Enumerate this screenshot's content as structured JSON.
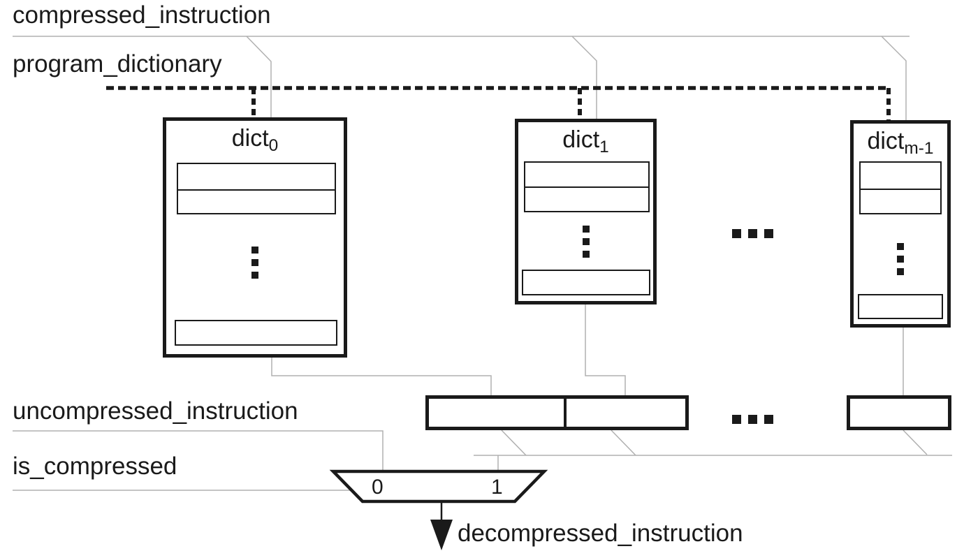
{
  "labels": {
    "compressed_instruction": "compressed_instruction",
    "program_dictionary": "program_dictionary",
    "uncompressed_instruction": "uncompressed_instruction",
    "is_compressed": "is_compressed",
    "decompressed_instruction": "decompressed_instruction"
  },
  "dictionaries": [
    {
      "name": "dict",
      "sub": "0"
    },
    {
      "name": "dict",
      "sub": "1"
    },
    {
      "name": "dict",
      "sub": "m-1"
    }
  ],
  "mux": {
    "input_left": "0",
    "input_right": "1"
  },
  "colors": {
    "ink": "#1a1a1a",
    "wire_gray": "#b0b0b0",
    "background": "#ffffff"
  }
}
